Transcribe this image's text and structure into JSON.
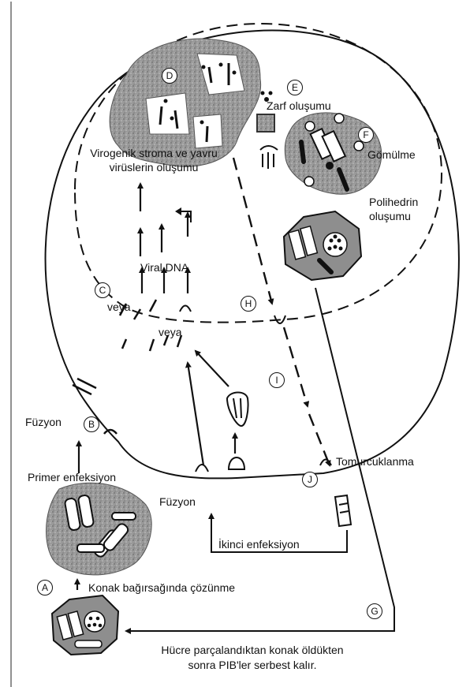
{
  "labels": {
    "zarf": "Zarf oluşumu",
    "virogenic_1": "Virogenik stroma ve yavru",
    "virogenic_2": "virüslerin oluşumu",
    "gomulme": "Gömülme",
    "polihedrin_1": "Polihedrin",
    "polihedrin_2": "oluşumu",
    "viral_dna": "Viral DNA",
    "veya1": "veya",
    "veya2": "veya",
    "fuzyon1": "Füzyon",
    "fuzyon2": "Füzyon",
    "primer": "Primer enfeksiyon",
    "tomurcuklanma": "Tomurcuklanma",
    "ikinci": "İkinci enfeksiyon",
    "konak": "Konak bağırsağında çözünme",
    "release_1": "Hücre parçalandıktan konak öldükten",
    "release_2": "sonra PIB'ler serbest kalır."
  },
  "steps": {
    "A": "A",
    "B": "B",
    "C": "C",
    "D": "D",
    "E": "E",
    "F": "F",
    "G": "G",
    "H": "H",
    "I": "I",
    "J": "J"
  }
}
